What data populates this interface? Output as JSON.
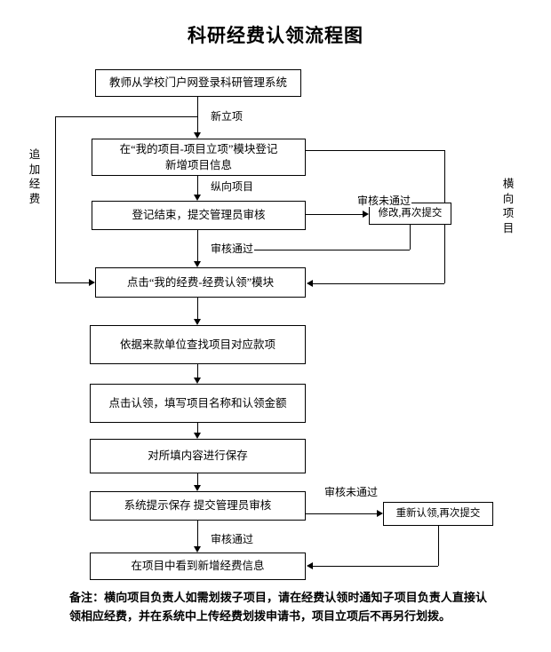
{
  "title": "科研经费认领流程图",
  "nodes": {
    "n1": "教师从学校门户网登录科研管理系统",
    "n2": "在“我的项目-项目立项”模块登记\n新增项目信息",
    "n3": "登记结束，提交管理员审核",
    "n3r": "修改,再次提交",
    "n4": "点击“我的经费-经费认领”模块",
    "n5": "依据来款单位查找项目对应款项",
    "n6": "点击认领，填写项目名称和认领金额",
    "n7": "对所填内容进行保存",
    "n8": "系统提示保存  提交管理员审核",
    "n8r": "重新认领,再次提交",
    "n9": "在项目中看到新增经费信息"
  },
  "edge_labels": {
    "new_project": "新立项",
    "vertical_project": "纵向项目",
    "review_failed_top": "审核未通过",
    "review_passed_top": "审核通过",
    "review_failed_bottom": "审核未通过",
    "review_passed_bottom": "审核通过"
  },
  "side_labels": {
    "left": "追\n加\n经\n费",
    "right": "横\n向\n项\n目"
  },
  "note": "备注：横向项目负责人如需划拨子项目，请在经费认领时通知子项目负责人直接认领相应经费，并在系统中上传经费划拨申请书，项目立项后不再另行划拨。",
  "colors": {
    "line": "#000000",
    "text": "#000000",
    "background": "#ffffff"
  }
}
